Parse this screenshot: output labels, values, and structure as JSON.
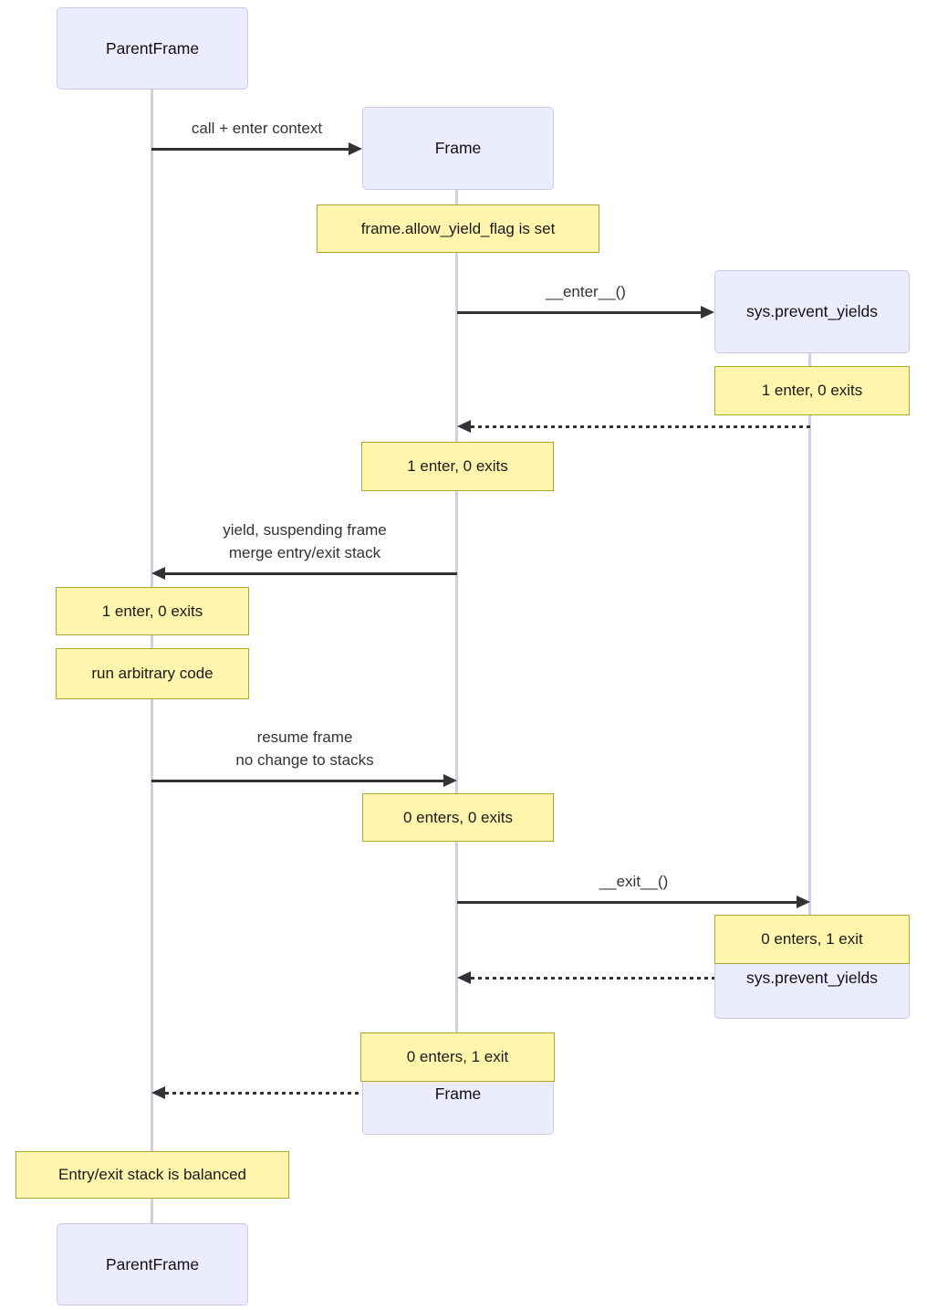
{
  "diagram_type": "sequence-diagram",
  "participants": {
    "parent": {
      "label": "ParentFrame"
    },
    "frame": {
      "label": "Frame"
    },
    "sys": {
      "label": "sys.prevent_yields"
    }
  },
  "messages": {
    "call_enter_context": {
      "from": "ParentFrame",
      "to": "Frame",
      "style": "solid",
      "lines": [
        "call + enter context"
      ]
    },
    "enter": {
      "from": "Frame",
      "to": "sys.prevent_yields",
      "style": "solid",
      "lines": [
        "__enter__()"
      ]
    },
    "return_after_enter": {
      "from": "sys.prevent_yields",
      "to": "Frame",
      "style": "dashed",
      "lines": []
    },
    "yield": {
      "from": "Frame",
      "to": "ParentFrame",
      "style": "solid",
      "lines": [
        "yield, suspending frame",
        "merge entry/exit stack"
      ]
    },
    "resume": {
      "from": "ParentFrame",
      "to": "Frame",
      "style": "solid",
      "lines": [
        "resume frame",
        "no change to stacks"
      ]
    },
    "exit": {
      "from": "Frame",
      "to": "sys.prevent_yields",
      "style": "solid",
      "lines": [
        "__exit__()"
      ]
    },
    "return_after_exit": {
      "from": "sys.prevent_yields",
      "to": "Frame",
      "style": "dashed",
      "lines": []
    },
    "return_to_parent": {
      "from": "Frame",
      "to": "ParentFrame",
      "style": "dashed",
      "lines": []
    }
  },
  "notes": {
    "allow_yield_flag": {
      "over": "Frame",
      "text": "frame.allow_yield_flag is set"
    },
    "sys_after_enter": {
      "over": "sys.prevent_yields",
      "text": "1 enter, 0 exits"
    },
    "frame_after_enter": {
      "over": "Frame",
      "text": "1 enter, 0 exits"
    },
    "parent_after_yield": {
      "over": "ParentFrame",
      "text": "1 enter, 0 exits"
    },
    "run_arbitrary_code": {
      "over": "ParentFrame",
      "text": "run arbitrary code"
    },
    "frame_after_resume": {
      "over": "Frame",
      "text": "0 enters, 0 exits"
    },
    "sys_after_exit": {
      "over": "sys.prevent_yields",
      "text": "0 enters, 1 exit"
    },
    "frame_after_exit": {
      "over": "Frame",
      "text": "0 enters, 1 exit"
    },
    "balanced": {
      "over": "ParentFrame",
      "text": "Entry/exit stack is balanced"
    }
  },
  "colors": {
    "actor_fill": "#ECECFF",
    "actor_border": "#CFC6E8",
    "note_fill": "#FFF5AD",
    "note_border": "#AAAA33",
    "lifeline": "#D5CCE8",
    "arrow": "#333333",
    "background": "#FFFFFF"
  }
}
